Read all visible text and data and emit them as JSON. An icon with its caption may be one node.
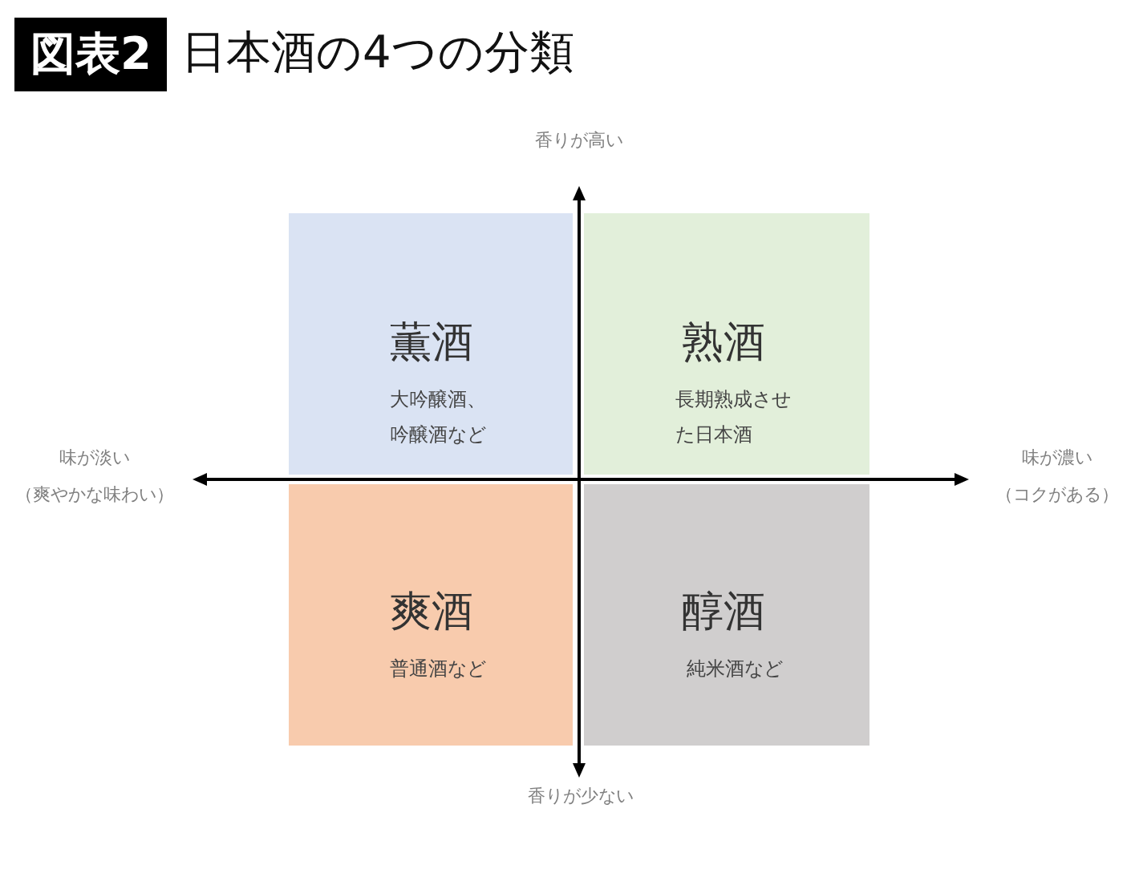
{
  "diagram": {
    "title": "日本酒の4つの分類",
    "nodes": [
      {
        "text": [
          "薫酒",
          "大吟醸酒、吟醸酒など"
        ]
      },
      {
        "text": [
          "熟酒",
          "長期熟成させた日本酒"
        ]
      },
      {
        "text": [
          "爽酒",
          "普通酒など"
        ]
      },
      {
        "text": [
          "醇酒",
          "純米酒など"
        ]
      }
    ],
    "labels": [
      "図表2",
      "香りが高い",
      "味が淡い",
      "（爽やかな味わい）",
      "味が濃い",
      "（コクがある）",
      "香りが少ない"
    ]
  }
}
